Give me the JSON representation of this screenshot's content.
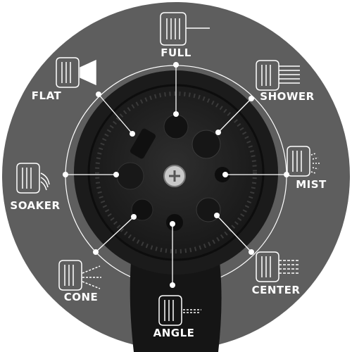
{
  "labels": {
    "full": "FULL",
    "shower": "SHOWER",
    "mist": "MIST",
    "center": "CENTER",
    "angle": "ANGLE",
    "cone": "CONE",
    "soaker": "SOAKER",
    "flat": "FLAT"
  },
  "colors": {
    "background_disc": "#5e5e5e",
    "nozzle_body": "#1b1b1b",
    "nozzle_face": "#262626",
    "lines": "#ffffff",
    "label_text": "#ffffff"
  },
  "icons": {
    "full": "nozzle-full-stream-icon",
    "shower": "nozzle-shower-icon",
    "mist": "nozzle-mist-icon",
    "center": "nozzle-center-icon",
    "angle": "nozzle-angle-icon",
    "cone": "nozzle-cone-icon",
    "soaker": "nozzle-soaker-icon",
    "flat": "nozzle-flat-icon"
  }
}
